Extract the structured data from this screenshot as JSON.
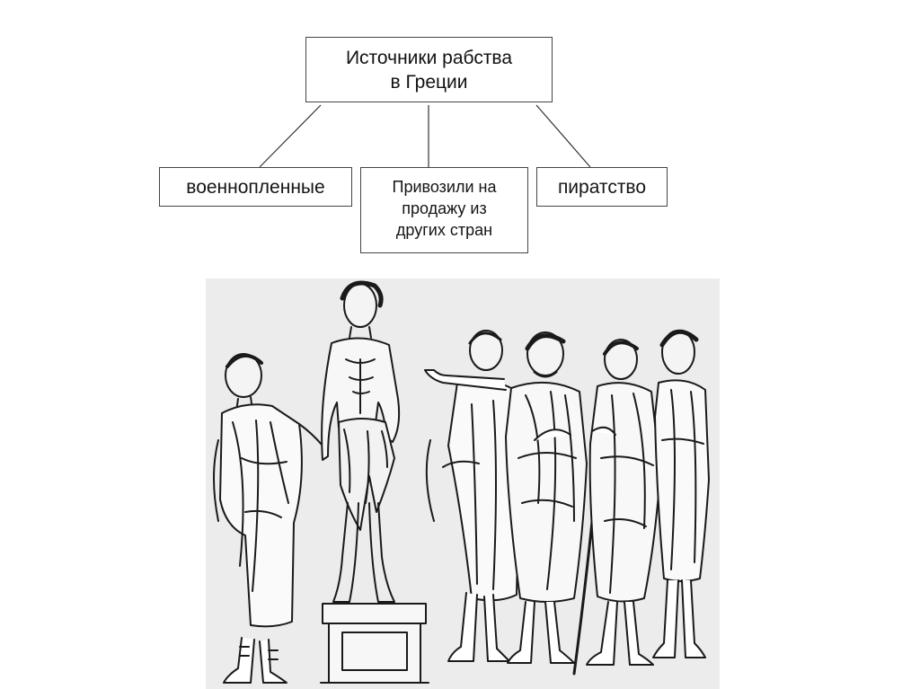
{
  "diagram": {
    "root": {
      "line1": "Источники рабства",
      "line2": "в Греции"
    },
    "children": [
      {
        "label": "военнопленные"
      },
      {
        "lines": [
          "Привозили на",
          "продажу из",
          "других стран"
        ]
      },
      {
        "label": "пиратство"
      }
    ],
    "line_color": "#333333"
  },
  "illustration": {
    "description_icon": "slave-market-engraving",
    "background": "#ececec",
    "ink": "#1a1a1a"
  }
}
